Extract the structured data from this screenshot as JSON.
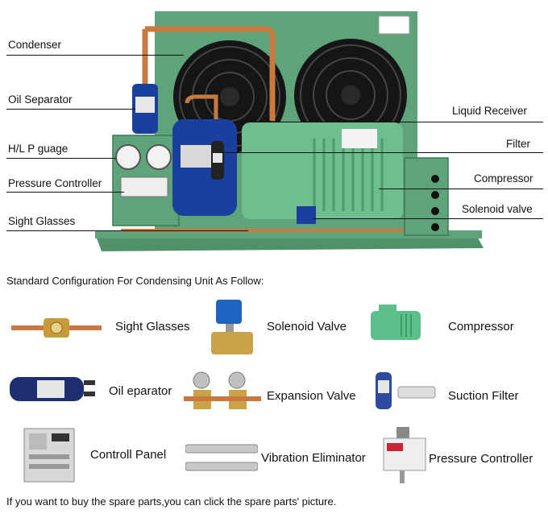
{
  "callouts": {
    "condenser": "Condenser",
    "oil_separator": "Oil Separator",
    "hl_gauge": "H/L P guage",
    "pressure_controller": "Pressure Controller",
    "sight_glasses": "Sight Glasses",
    "liquid_receiver": "Liquid Receiver",
    "filter": "Filter",
    "compressor": "Compressor",
    "solenoid_valve": "Solenoid valve"
  },
  "config_title": "Standard Configuration For Condensing Unit As Follow:",
  "parts": {
    "sight_glasses": "Sight Glasses",
    "solenoid_valve": "Solenoid Valve",
    "compressor": "Compressor",
    "oil_separator": "Oil eparator",
    "expansion_valve": "Expansion Valve",
    "suction_filter": "Suction Filter",
    "control_panel": "Controll Panel",
    "vibration_eliminator": "Vibration Eliminator",
    "pressure_controller": "Pressure Controller"
  },
  "footer_note": "If you want to buy the spare parts,you can click the spare parts' picture.",
  "colors": {
    "unit_green": "#5fa37a",
    "compressor_green": "#6fbf8e",
    "receiver_blue": "#1b3f9c",
    "copper": "#c9793f",
    "fan_black": "#1a1a1a"
  }
}
